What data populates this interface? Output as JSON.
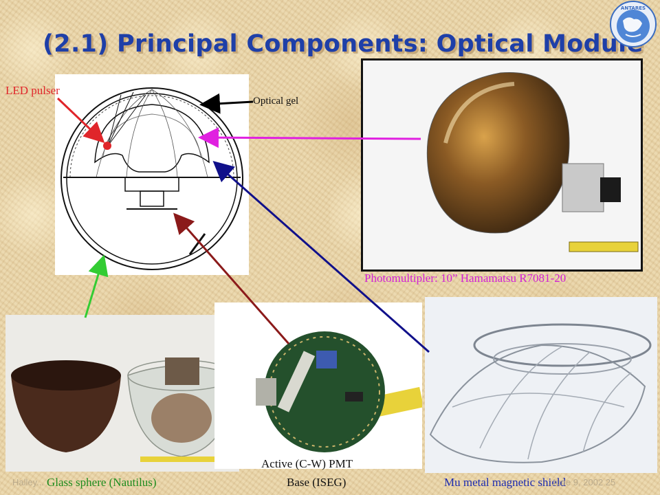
{
  "slide": {
    "title": "(2.1) Principal Components: Optical Module",
    "footer_left": "Halley...",
    "footer_right": "June 9, 2002    25"
  },
  "labels": {
    "led_pulser": "LED pulser",
    "optical_gel": "Optical gel",
    "photomultiplier": "Photomultipler: 10” Hamamatsu R7081-20",
    "glass_sphere": "Glass sphere (Nautilus)",
    "base_line1": "Active (C-W)  PMT",
    "base_line2": "Base (ISEG)",
    "mu_metal": "Mu metal magnetic shield"
  },
  "colors": {
    "title": "#1e3fa8",
    "led_arrow": "#e0252a",
    "pmt_arrow": "#e020e0",
    "glass_arrow": "#33cc33",
    "base_arrow": "#8b1a1a",
    "mu_arrow": "#10108a",
    "gel_arrow": "#000000"
  },
  "logo": {
    "icon": "antares-globe-logo",
    "text": "ANTARES"
  }
}
